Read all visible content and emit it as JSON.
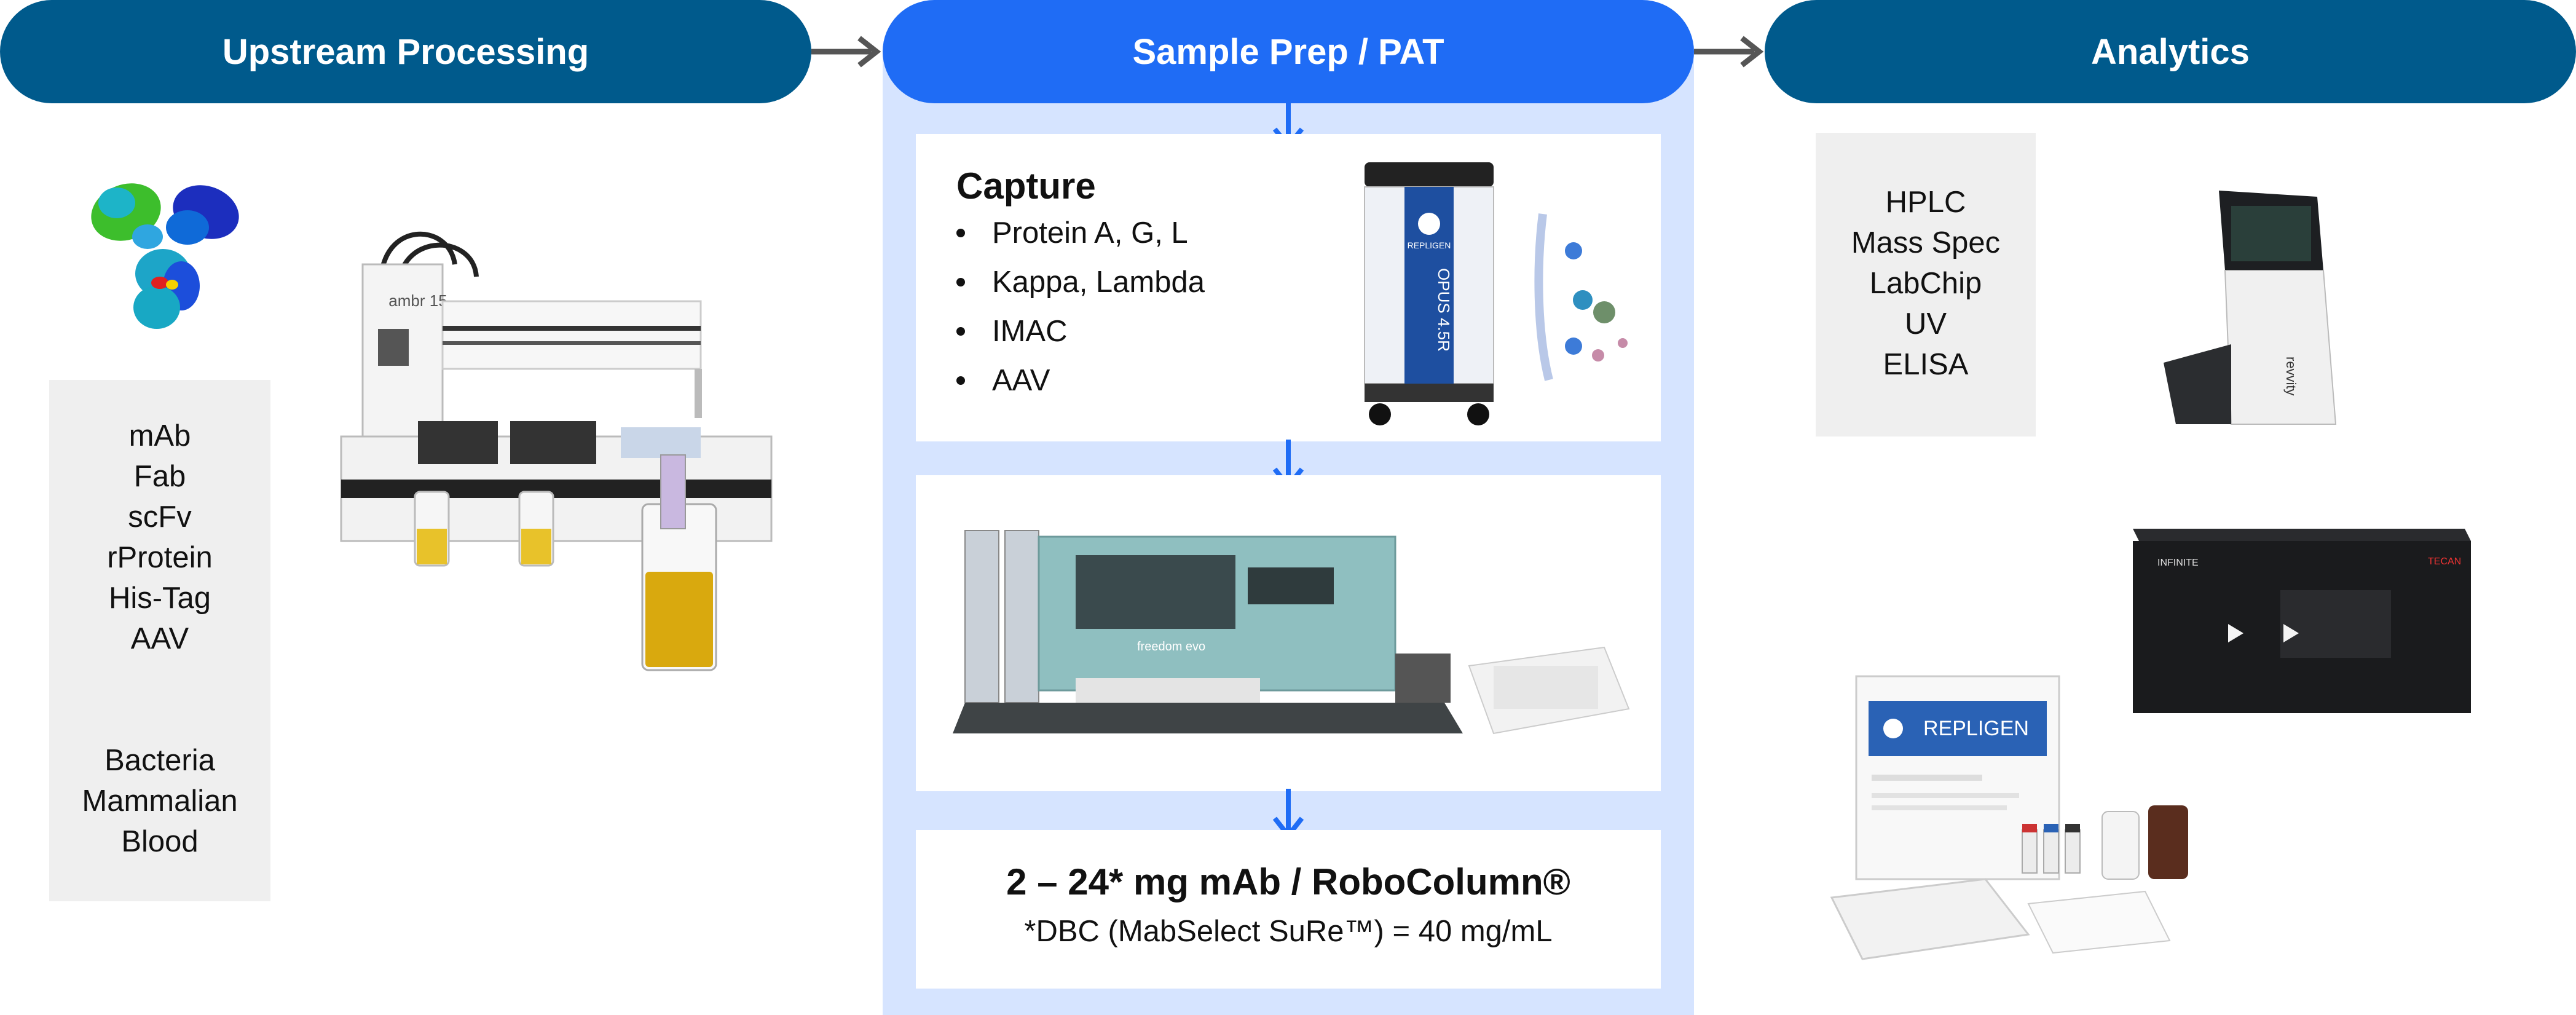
{
  "colors": {
    "dark_blue": "#005A8C",
    "bright_blue": "#1F6CF5",
    "panel_bg": "#D6E4FF",
    "arrow_gray": "#555555",
    "arrow_blue": "#1F6CF5",
    "gray_box": "#EFEFEF"
  },
  "header": {
    "upstream": "Upstream Processing",
    "sample_prep": "Sample Prep / PAT",
    "analytics": "Analytics"
  },
  "upstream": {
    "molecules": [
      "mAb",
      "Fab",
      "scFv",
      "rProtein",
      "His-Tag",
      "AAV"
    ],
    "sources": [
      "Bacteria",
      "Mammalian",
      "Blood"
    ],
    "instrument_label": "ambr 15",
    "icons": [
      "antibody-structure-icon",
      "ambr15-bioreactor-image"
    ]
  },
  "sample_prep": {
    "capture_title": "Capture",
    "capture_items": [
      "Protein A, G, L",
      "Kappa, Lambda",
      "IMAC",
      "AAV"
    ],
    "column_label": "OPUS 4.5R",
    "column_brand": "REPLIGEN",
    "robot_label": "freedom evo",
    "result_title": "2 – 24* mg mAb / RoboColumn®",
    "result_note": "*DBC (MabSelect SuRe™) = 40 mg/mL"
  },
  "analytics": {
    "methods": [
      "HPLC",
      "Mass Spec",
      "LabChip",
      "UV",
      "ELISA"
    ],
    "labchip_brand": "revvity",
    "reader_label": "INFINITE",
    "reader_brand": "TECAN",
    "kit_brand": "REPLIGEN"
  }
}
